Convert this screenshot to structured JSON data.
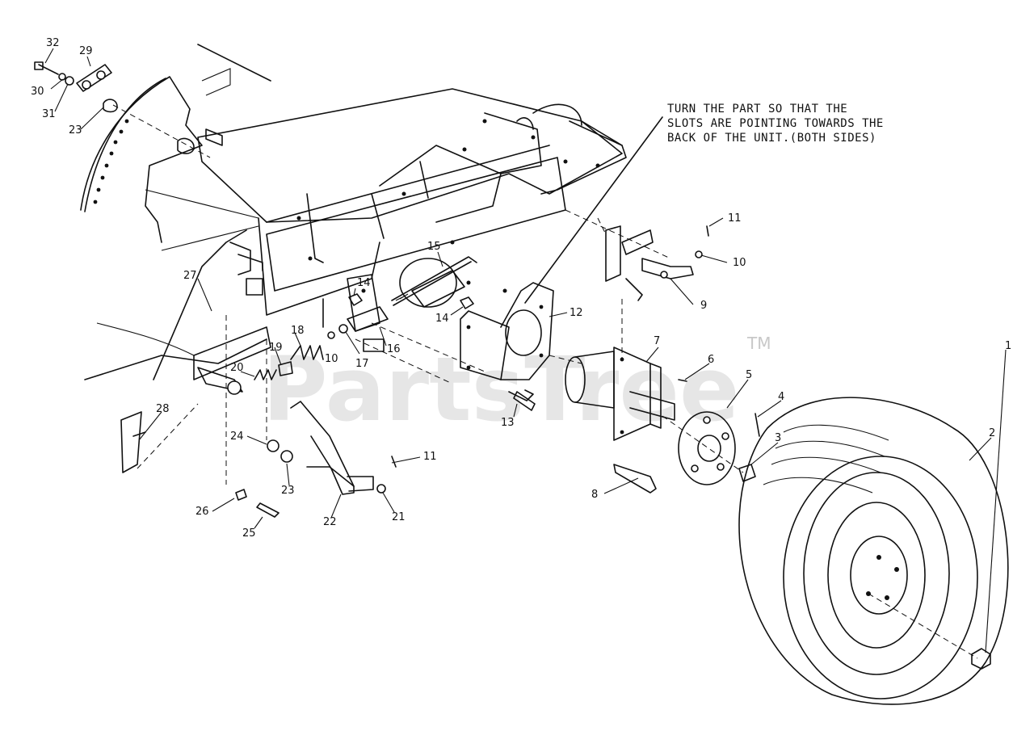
{
  "note": {
    "lines": [
      "TURN THE PART SO THAT THE",
      "SLOTS ARE POINTING TOWARDS THE",
      "BACK OF THE UNIT.(BOTH SIDES)"
    ]
  },
  "watermark": {
    "text": "PartsTree",
    "tm": "TM"
  },
  "callouts": [
    {
      "id": "c1",
      "text": "1"
    },
    {
      "id": "c2",
      "text": "2"
    },
    {
      "id": "c3",
      "text": "3"
    },
    {
      "id": "c4",
      "text": "4"
    },
    {
      "id": "c5",
      "text": "5"
    },
    {
      "id": "c6",
      "text": "6"
    },
    {
      "id": "c7",
      "text": "7"
    },
    {
      "id": "c8",
      "text": "8"
    },
    {
      "id": "c9",
      "text": "9"
    },
    {
      "id": "c10a",
      "text": "10"
    },
    {
      "id": "c10b",
      "text": "10"
    },
    {
      "id": "c11a",
      "text": "11"
    },
    {
      "id": "c11b",
      "text": "11"
    },
    {
      "id": "c12",
      "text": "12"
    },
    {
      "id": "c13",
      "text": "13"
    },
    {
      "id": "c14a",
      "text": "14"
    },
    {
      "id": "c14b",
      "text": "14"
    },
    {
      "id": "c15",
      "text": "15"
    },
    {
      "id": "c16",
      "text": "16"
    },
    {
      "id": "c17",
      "text": "17"
    },
    {
      "id": "c18",
      "text": "18"
    },
    {
      "id": "c19",
      "text": "19"
    },
    {
      "id": "c20",
      "text": "20"
    },
    {
      "id": "c21",
      "text": "21"
    },
    {
      "id": "c22",
      "text": "22"
    },
    {
      "id": "c23a",
      "text": "23"
    },
    {
      "id": "c23b",
      "text": "23"
    },
    {
      "id": "c24",
      "text": "24"
    },
    {
      "id": "c25",
      "text": "25"
    },
    {
      "id": "c26",
      "text": "26"
    },
    {
      "id": "c27",
      "text": "27"
    },
    {
      "id": "c28",
      "text": "28"
    },
    {
      "id": "c29",
      "text": "29"
    },
    {
      "id": "c30",
      "text": "30"
    },
    {
      "id": "c31",
      "text": "31"
    },
    {
      "id": "c32",
      "text": "32"
    }
  ]
}
